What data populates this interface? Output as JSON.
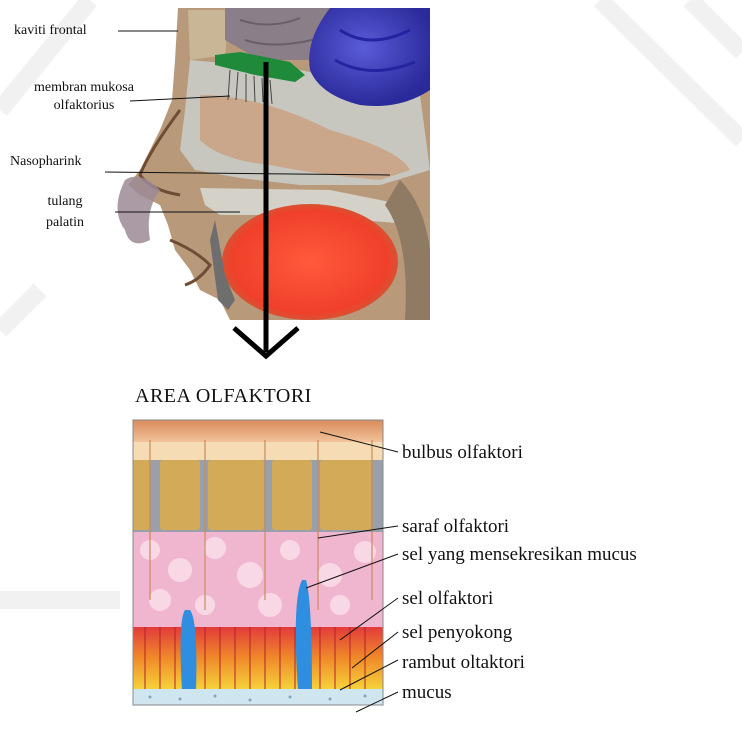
{
  "head_section": {
    "labels": {
      "frontal_cavity": "kaviti frontal",
      "mucous_membrane_line1": "membran mukosa",
      "mucous_membrane_line2": "olfaktorius",
      "nasopharynx": "Nasopharink",
      "palatine_bone_line1": "tulang",
      "palatine_bone_line2": "palatin"
    }
  },
  "olfactory_area": {
    "title": "AREA OLFAKTORI",
    "labels": {
      "olfactory_bulb": "bulbus olfaktori",
      "olfactory_nerve": "saraf olfaktori",
      "mucus_secreting_cell": "sel yang mensekresikan mucus",
      "olfactory_cell": "sel olfaktori",
      "supporting_cell": "sel penyokong",
      "olfactory_hair": "rambut oltaktori",
      "mucus": "mucus"
    }
  }
}
